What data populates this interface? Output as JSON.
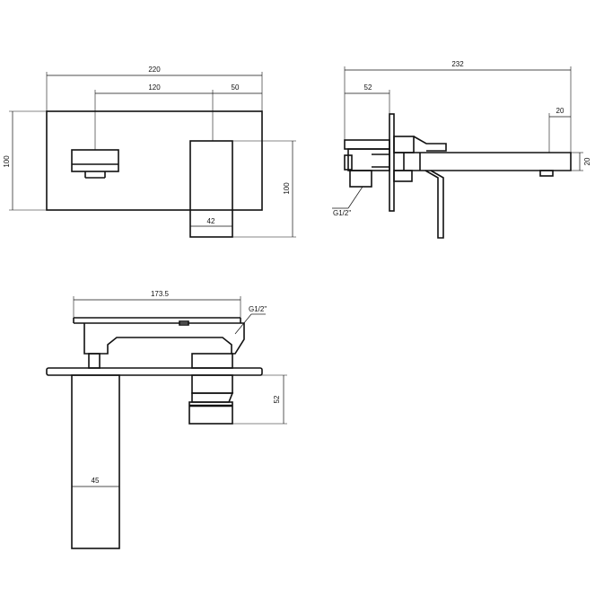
{
  "front_view": {
    "dim_total_width": "220",
    "dim_spout_offset": "120",
    "dim_handle_offset": "50",
    "dim_plate_height": "100",
    "dim_handle_height": "100",
    "dim_handle_width": "42"
  },
  "side_view": {
    "dim_projection": "232",
    "dim_body_depth": "52",
    "dim_spout_tip": "20",
    "dim_spout_height": "20",
    "thread_label": "G1/2\""
  },
  "top_view": {
    "dim_length": "173.5",
    "thread_label": "G1/2\"",
    "dim_depth": "52",
    "dim_handle_width": "45"
  },
  "colors": {
    "line": "#111111",
    "background": "#ffffff"
  }
}
